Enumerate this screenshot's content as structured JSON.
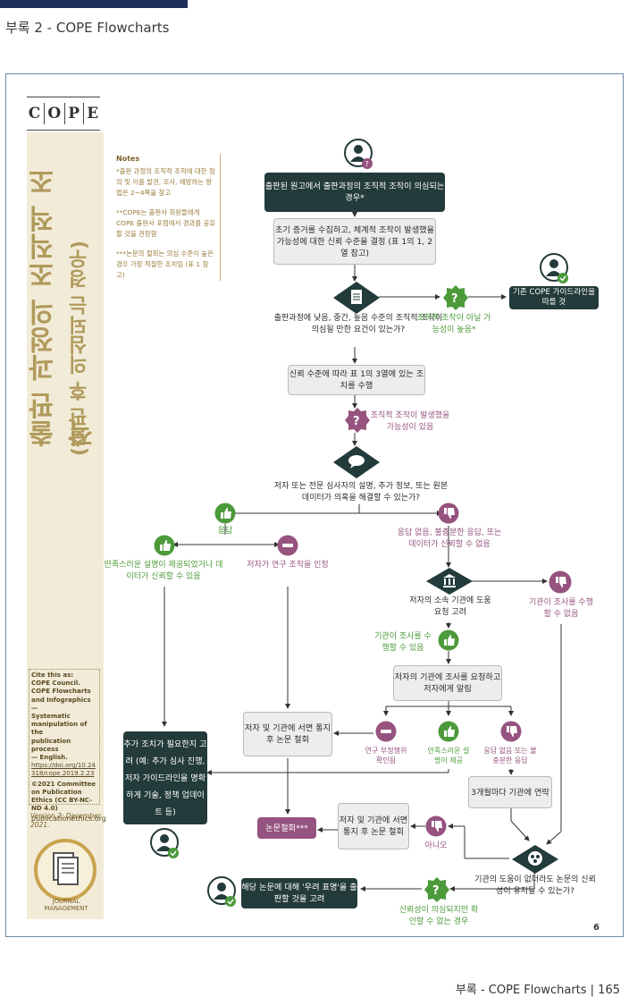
{
  "header": {
    "section": "부록 2 - COPE Flowcharts"
  },
  "logo": {
    "letters": [
      "C",
      "O",
      "P",
      "E"
    ]
  },
  "title": {
    "main": "출판 과정의 조직적 조작",
    "sub": "(출판 후 의심되는 경우)"
  },
  "notes": {
    "heading": "Notes",
    "items": [
      "*출판 과정의 조직적 조작에 대한 첨의 및 이를 발견, 조사, 예방하는 방법은 2~4쪽을 참고",
      "**COPE는 출판사 회원들에게 COPE 출판사 포럼에서 경과를 공유할 것을 권장함",
      "***논문의 철회는 의심 수준이 높은 경우 가장 적절한 조치임 (표 1 참고)"
    ]
  },
  "cite": {
    "label": "Cite this as:",
    "lines": [
      "COPE Council.",
      "COPE Flowcharts",
      "and Infographics —",
      "Systematic",
      "manipulation of the",
      "publication process",
      "— English."
    ],
    "doi": "https://doi.org/10.24318/cope.2019.2.23",
    "copyright": "©2021 Committee on Publication Ethics (CC BY-NC-ND 4.0)",
    "site": "publicationethics.org"
  },
  "version": "Version 2: December 2021.",
  "journal_badge": {
    "line1": "JOURNAL",
    "line2": "MANAGEMENT"
  },
  "flow": {
    "start": "출판된 원고에서 출판과정의 조직적 조작이 의심되는 경우*",
    "collect": "초기 증거를 수집하고, 체계적 조작이 발생했을 가능성에 대한 신뢰 수준을 결정 (표 1의 1, 2열 참고)",
    "existing": "기존 COPE 가이드라인을 따를 것",
    "q_level": "출판과정에 낮음, 중간, 높음 수준의 조직적 조작이 의심될 만한 요건이 있는가?",
    "unlikely": "조직적 조작이 아닐 가능성이 높음*",
    "action": "신뢰 수준에 따라 표 1의 3열에 있는 조치를 수행",
    "likely": "조직적 조작이 발생했을 가능성이 있음",
    "q_explain": "저자 또는 전문 심사자의 설명, 추가 정보, 또는 원본 데이터가 의혹을 해결할 수 있는가?",
    "yes": "응답",
    "no_resp": "응답 없음, 불충분한 응답, 또는 데이터가 신뢰할 수 없음",
    "satisfied": "만족스러운 설명이 제공되었거나 데이터가 신뢰할 수 있음",
    "admit": "저자가 연구 조작을 인정",
    "contact_inst": "저자의 소속 기관에 도움 요청 고려",
    "inst_can": "기관이 조사를 수행할 수 있음",
    "inst_cannot": "기관이 조사를 수행할 수 없음",
    "ask_inst": "저자의 기관에 조사를 요청하고 저자에게 알림",
    "misconduct": "연구 부정행위 확인됨",
    "satisfied2": "만족스러운 설명이 제공",
    "no_resp2": "응답 없음 또는 불충분한 응답",
    "every3": "3개월마다 기관에 연락",
    "retract_notify1": "저자 및 기관에 서면 통지 후 논문 철회",
    "further": "추가 조치가 필요한지 고려 (예: 추가 심사 진행, 저자 가이드라인을 명확하게 기술, 정책 업데이트 등)",
    "retract": "논문철회***",
    "retract_notify2": "저자 및 기관에 서면 통지 후 논문 철회",
    "no": "아니오",
    "q_reliable": "기관의 도움이 없더라도 논문의 신뢰성이 유지될 수 있는가?",
    "concern": "해당 논문에 대해 '우려 표명'을 출판할 것을 고려",
    "doubt": "신뢰성이 의심되지만 확인할 수 없는 경우"
  },
  "page_num": "6",
  "footer": "부록 - COPE Flowcharts | 165",
  "colors": {
    "dark": "#233b3a",
    "green": "#4c9a3a",
    "purple": "#96537f",
    "gold": "#b09a5b"
  }
}
